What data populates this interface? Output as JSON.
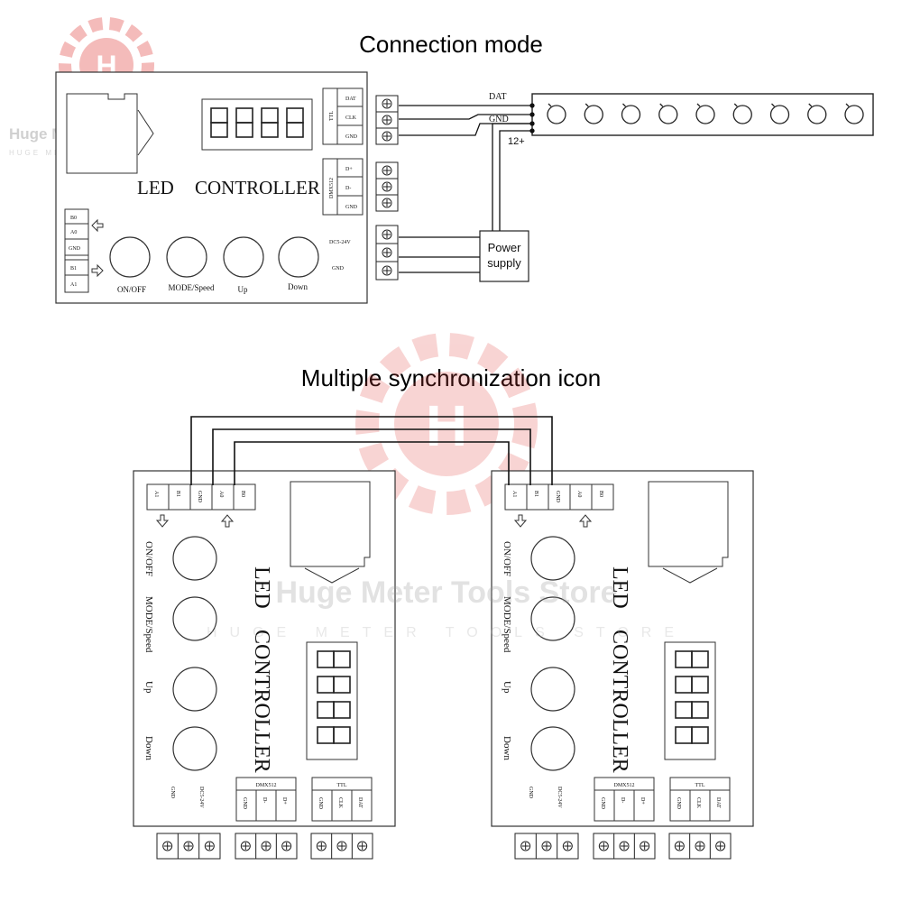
{
  "titles": {
    "top": "Connection mode",
    "bottom": "Multiple synchronization icon"
  },
  "watermark": {
    "letter": "H",
    "brand": "Huge Meter Tools Store",
    "brand_sub": "HUGE METER TOOLS STORE",
    "color": "#e0403c"
  },
  "controller": {
    "name_line1": "LED",
    "name_line2": "CONTROLLER",
    "buttons": [
      "ON/OFF",
      "MODE/Speed",
      "Up",
      "Down"
    ],
    "ttl_group": "TTL",
    "ttl_pins": [
      "DAT",
      "CLK",
      "GND"
    ],
    "dmx_group": "DMX512",
    "dmx_pins": [
      "D+",
      "D-",
      "GND"
    ],
    "power_pins": [
      "DC5-24V",
      "GND"
    ],
    "sync_pins": [
      "B0",
      "A0",
      "GND",
      "B1",
      "A1"
    ]
  },
  "strip": {
    "labels": [
      "DAT",
      "GND",
      "12+"
    ],
    "led_count": 9
  },
  "power_supply": {
    "line1": "Power",
    "line2": "supply"
  }
}
